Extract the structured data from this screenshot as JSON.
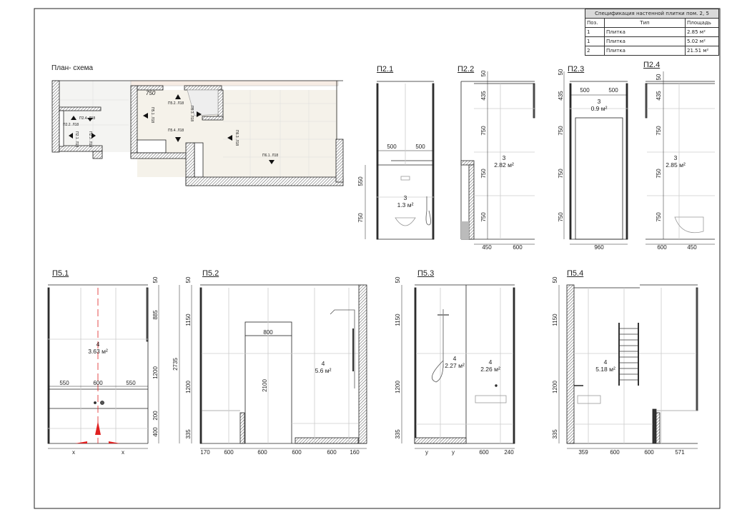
{
  "spec_table": {
    "title": "Спецификация настенной плитки пом. 2, 5",
    "headers": [
      "Поз.",
      "Тип",
      "Площадь"
    ],
    "rows": [
      {
        "pos": "1",
        "type": "Плитка",
        "area": "2.85 м²"
      },
      {
        "pos": "1",
        "type": "Плитка",
        "area": "5.02 м²"
      },
      {
        "pos": "2",
        "type": "Плитка",
        "area": "21.51 м²"
      }
    ]
  },
  "plan": {
    "title": "План- схема",
    "dim": "750",
    "marks": [
      "П5.2. Л18",
      "П5.1. Л18",
      "П5.3. Л18",
      "П5.4. Л18",
      "П2.4. Л18",
      "П2.2. Л18",
      "П2.1. Л18",
      "П2.3. Л18",
      "П6.3. Л18",
      "П6.1. Л18"
    ]
  },
  "elevations": {
    "p2_1": {
      "title": "П2.1",
      "tile": "3",
      "area": "1.3 м²",
      "dims": [
        "500",
        "500",
        "550",
        "750"
      ]
    },
    "p2_2": {
      "title": "П2.2",
      "tile": "3",
      "area": "2.82 м²",
      "dims": [
        "50",
        "435",
        "750",
        "750",
        "750",
        "450",
        "600"
      ]
    },
    "p2_3": {
      "title": "П2.3",
      "tile": "3",
      "area": "0.9 м²",
      "dims": [
        "50",
        "435",
        "750",
        "750",
        "750",
        "500",
        "500",
        "960"
      ]
    },
    "p2_4": {
      "title": "П2.4",
      "tile": "3",
      "area": "2.85 м²",
      "dims": [
        "50",
        "435",
        "750",
        "750",
        "750",
        "600",
        "450"
      ]
    },
    "p5_1": {
      "title": "П5.1",
      "tile": "4",
      "area": "3.63 м²",
      "dims": [
        "50",
        "885",
        "1200",
        "200",
        "400",
        "550",
        "600",
        "550",
        "x",
        "x"
      ]
    },
    "p5_2": {
      "title": "П5.2",
      "tile": "4",
      "area": "5.6 м²",
      "dims": [
        "2735",
        "50",
        "1150",
        "1200",
        "335",
        "800",
        "2100",
        "170",
        "600",
        "600",
        "600",
        "600",
        "160"
      ]
    },
    "p5_3": {
      "title": "П5.3",
      "tiles": [
        {
          "tile": "4",
          "area": "2.27 м²"
        },
        {
          "tile": "4",
          "area": "2.26 м²"
        }
      ],
      "dims": [
        "50",
        "1150",
        "1200",
        "335",
        "y",
        "y",
        "600",
        "240"
      ]
    },
    "p5_4": {
      "title": "П5.4",
      "tile": "4",
      "area": "5.18 м²",
      "dims": [
        "50",
        "1150",
        "1200",
        "335",
        "359",
        "600",
        "600",
        "571"
      ]
    }
  },
  "colors": {
    "line": "#222222",
    "hatch": "#555555",
    "grid": "#d0d0d0",
    "floor": "#f5f2ea",
    "axis_red": "#e02020"
  }
}
